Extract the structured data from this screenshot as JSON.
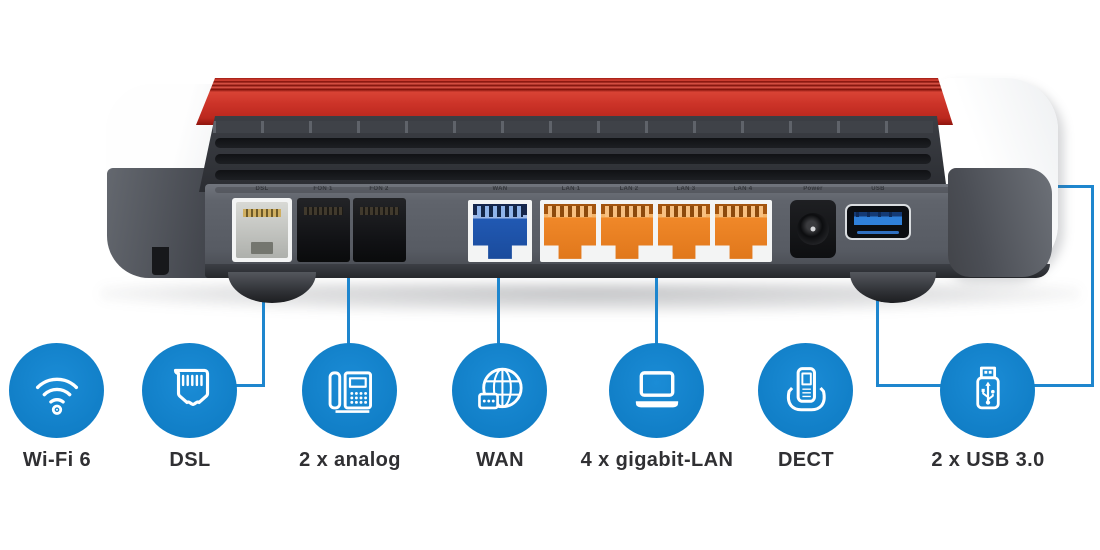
{
  "device": {
    "port_labels": [
      "DSL",
      "FON 1",
      "FON 2",
      "WAN",
      "LAN 1",
      "LAN 2",
      "LAN 3",
      "LAN 4",
      "Power",
      "USB"
    ]
  },
  "legend": {
    "items": [
      {
        "label": "Wi-Fi 6",
        "icon": "wifi-icon"
      },
      {
        "label": "DSL",
        "icon": "rj45-plug-icon"
      },
      {
        "label": "2 x analog",
        "icon": "desk-phone-icon"
      },
      {
        "label": "WAN",
        "icon": "globe-icon"
      },
      {
        "label": "4 x gigabit-LAN",
        "icon": "laptop-icon"
      },
      {
        "label": "DECT",
        "icon": "cordless-phone-icon"
      },
      {
        "label": "2 x USB 3.0",
        "icon": "usb-stick-icon"
      }
    ]
  },
  "colors": {
    "accent_blue": "#1e86ce",
    "icon_circle_blue": "#1583cd",
    "router_red": "#c9302b",
    "lan_orange": "#ee8422",
    "wan_port_blue": "#2058b2",
    "panel_gray": "#5b5f67",
    "label_text": "#303033"
  }
}
